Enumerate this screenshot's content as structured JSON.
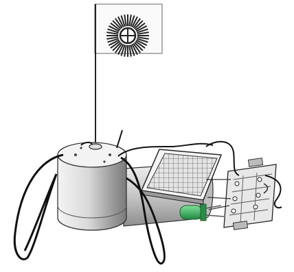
{
  "figure": {
    "subject": "solar-powered-spinning-motor",
    "parts": [
      "flag",
      "flag-pole",
      "dc-motor",
      "solar-panel",
      "battery-holder",
      "green-led",
      "circuit-board",
      "wire-legs",
      "wires"
    ],
    "colors": {
      "line": "#222222",
      "motor_light": "#f2f2f2",
      "motor_dark": "#8a8a8a",
      "panel": "#d9d9d9",
      "led": "#2fae55",
      "board": "#e6e6e6"
    }
  }
}
